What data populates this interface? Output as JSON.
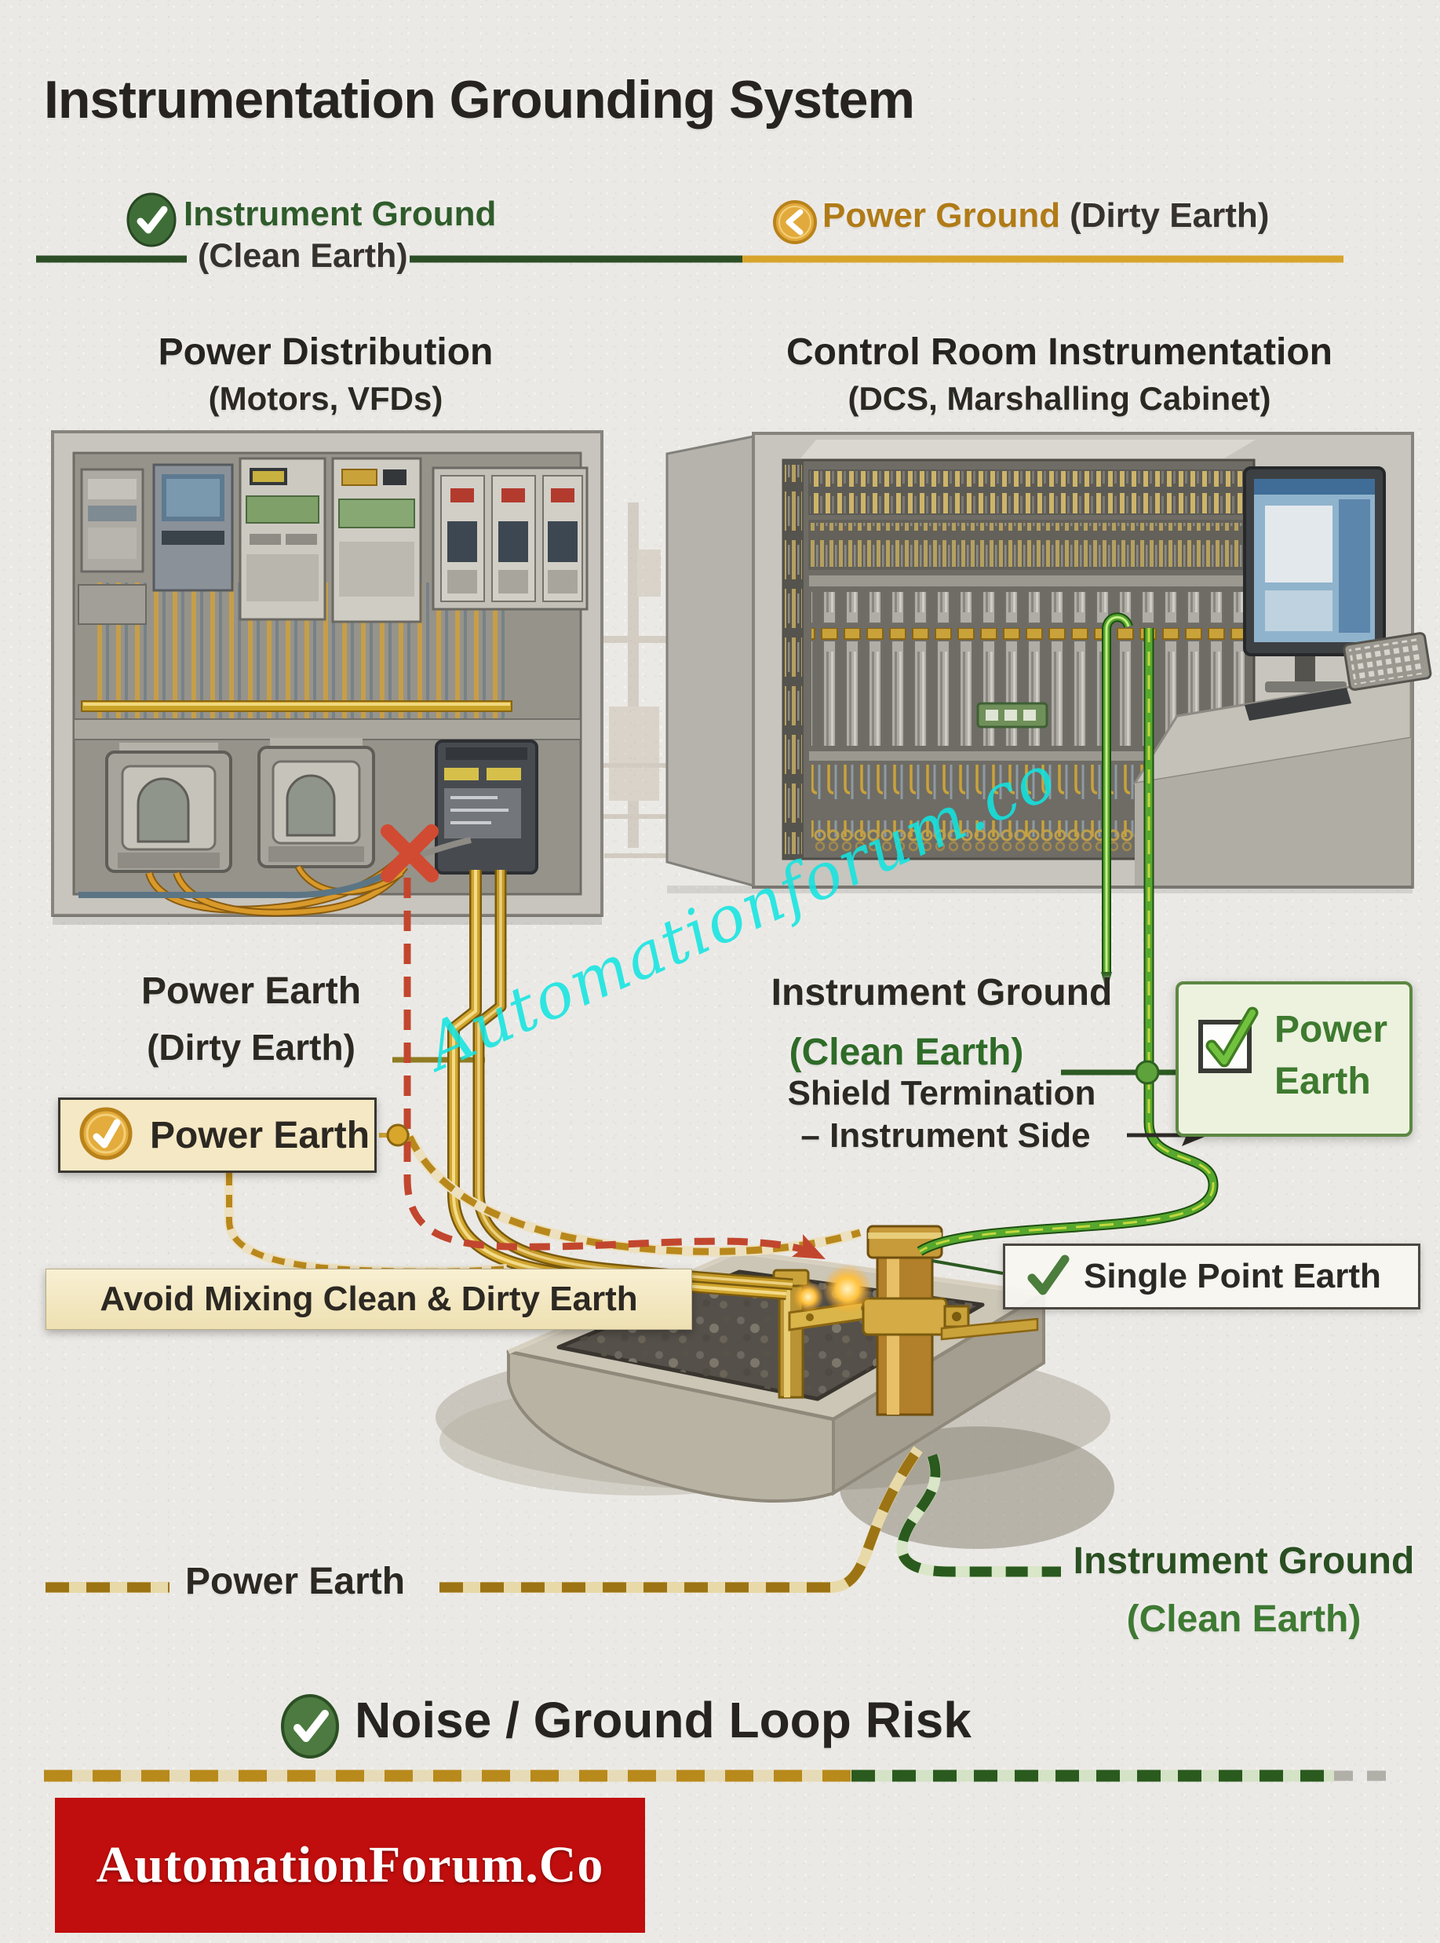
{
  "title": "Instrumentation Grounding System",
  "legend": {
    "instrument_ground": {
      "label": "Instrument Ground",
      "sublabel": "(Clean Earth)",
      "color": "#2f5c2b",
      "icon": "check-circle-icon"
    },
    "power_ground": {
      "label": "Power Ground",
      "sublabel": "(Dirty Earth)",
      "color": "#b07b17",
      "icon": "chevron-circle-icon"
    }
  },
  "sections": {
    "power_distribution": {
      "title": "Power Distribution",
      "subtitle": "(Motors, VFDs)"
    },
    "control_room": {
      "title": "Control Room Instrumentation",
      "subtitle": "(DCS, Marshalling Cabinet)"
    }
  },
  "callouts": {
    "power_earth_mid": {
      "line1": "Power Earth",
      "line2": "(Dirty Earth)"
    },
    "instrument_ground_mid": {
      "line1": "Instrument Ground",
      "line2": "(Clean Earth)"
    },
    "power_earth_badge": {
      "label": "Power Earth",
      "icon": "gold-check-icon"
    },
    "power_earth_box": {
      "line1": "Power",
      "line2": "Earth",
      "icon": "checkbox-check-icon"
    },
    "shield_termination": {
      "line1": "Shield Termination",
      "line2": "– Instrument Side"
    },
    "single_point_earth": {
      "label": "Single Point Earth",
      "icon": "green-check-icon"
    },
    "avoid_mixing": {
      "label": "Avoid Mixing Clean & Dirty Earth"
    },
    "power_earth_bottom": {
      "label": "Power Earth"
    },
    "instrument_ground_bottom": {
      "line1": "Instrument Ground",
      "line2": "(Clean Earth)"
    },
    "noise_risk": {
      "label": "Noise / Ground Loop Risk",
      "icon": "check-circle-icon"
    }
  },
  "watermark": {
    "text": "Automationforum.co",
    "color": "#12e4e0"
  },
  "footer": {
    "brand": "AutomationForum.Co",
    "background": "#c00d0d"
  },
  "colors": {
    "clean_earth_green": "#2f5c2b",
    "dirty_earth_gold": "#c49a27",
    "error_red": "#d14a32",
    "banner_red": "#c00d0d",
    "paper": "#ebe9e5"
  }
}
